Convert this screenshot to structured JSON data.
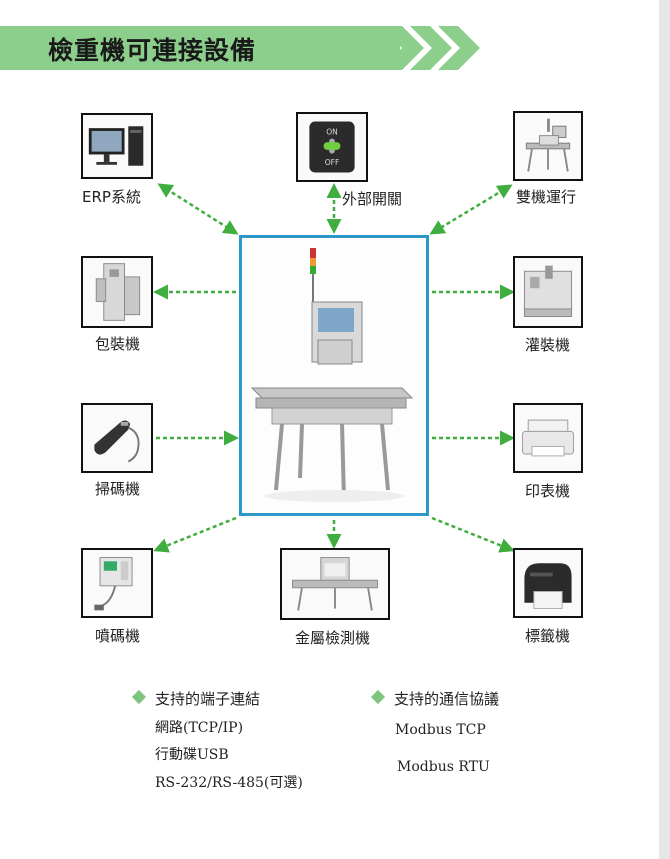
{
  "title": "檢重機可連接設備",
  "center": {
    "name": "checkweigher-image"
  },
  "devices": {
    "erp": {
      "label": "ERP系統",
      "icon": "computer-icon"
    },
    "switch": {
      "label": "外部開關",
      "icon": "on-off-switch-icon",
      "on_text": "ON",
      "off_text": "OFF"
    },
    "dual": {
      "label": "雙機運行",
      "icon": "checkweigher-icon"
    },
    "packer": {
      "label": "包裝機",
      "icon": "packaging-machine-icon"
    },
    "filler": {
      "label": "灌裝機",
      "icon": "filling-machine-icon"
    },
    "scanner": {
      "label": "掃碼機",
      "icon": "barcode-scanner-icon"
    },
    "printer": {
      "label": "印表機",
      "icon": "printer-icon"
    },
    "inkjet": {
      "label": "噴碼機",
      "icon": "inkjet-coder-icon"
    },
    "metal": {
      "label": "金屬檢測機",
      "icon": "metal-detector-icon"
    },
    "labeler": {
      "label": "標籤機",
      "icon": "label-printer-icon"
    }
  },
  "terminals": {
    "heading": "支持的端子連結",
    "items": [
      "網路(TCP/IP)",
      "行動碟USB",
      "RS-232/RS-485(可選)"
    ]
  },
  "protocols": {
    "heading": "支持的通信協議",
    "items": [
      "Modbus TCP",
      "Modbus RTU"
    ]
  },
  "colors": {
    "arrow": "#3fae3f",
    "frame": "#2c97c8",
    "header": "#8ccf8c"
  }
}
